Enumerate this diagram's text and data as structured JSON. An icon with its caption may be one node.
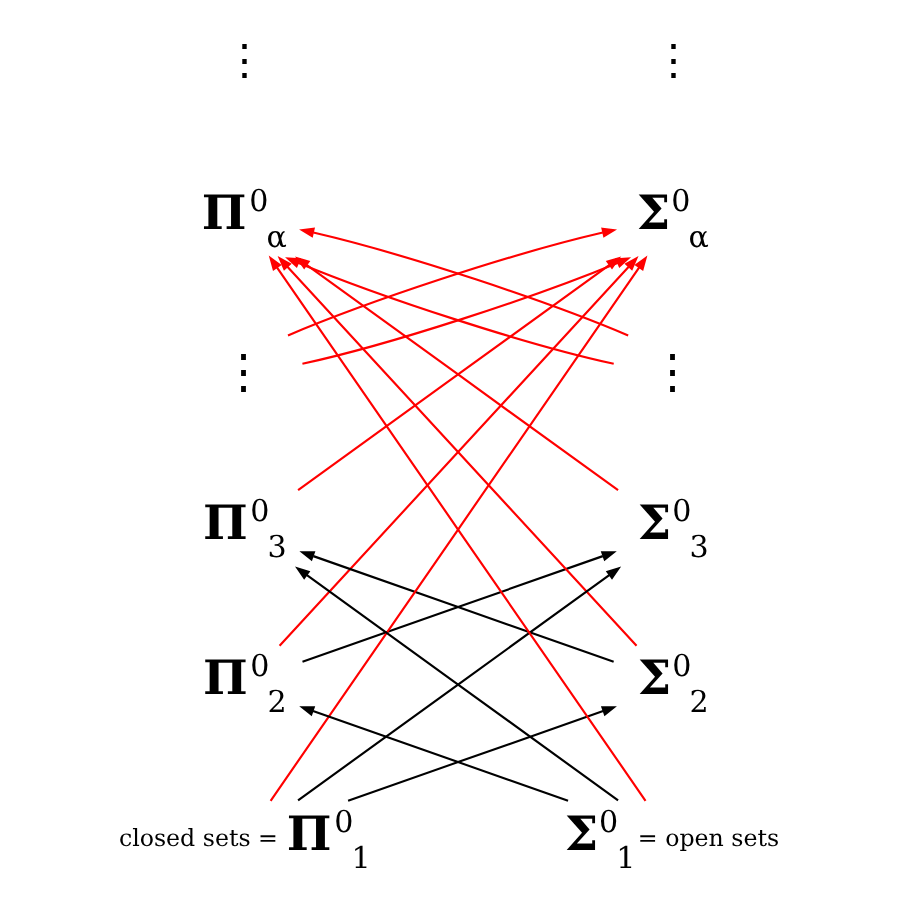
{
  "diagram": {
    "nodes": [
      {
        "text": [
          "**Π**$^{0}$$_{α}$"
        ]
      },
      {
        "text": [
          "**Σ**$^{0}$$_{α}$"
        ]
      },
      {
        "text": [
          "⋮"
        ]
      },
      {
        "text": [
          "⋮"
        ]
      },
      {
        "text": [
          "**Π**$^{0}$$_{3}$"
        ]
      },
      {
        "text": [
          "**Σ**$^{0}$$_{3}$"
        ]
      },
      {
        "text": [
          "**Π**$^{0}$$_{2}$"
        ]
      },
      {
        "text": [
          "**Σ**$^{0}$$_{2}$"
        ]
      },
      {
        "text": [
          "**Π**$^{0}$$_{1}$"
        ],
        "beside": [
          "closed sets ="
        ]
      },
      {
        "text": [
          "**Σ**$^{0}$$_{1}$"
        ],
        "beside": [
          "= open sets"
        ]
      }
    ],
    "edges": [
      {
        "from": 8,
        "to": 7,
        "arrow": "to",
        "color": "#000000"
      },
      {
        "from": 8,
        "to": 5,
        "arrow": "to",
        "color": "#000000"
      },
      {
        "from": 9,
        "to": 6,
        "arrow": "to",
        "color": "#000000"
      },
      {
        "from": 9,
        "to": 4,
        "arrow": "to",
        "color": "#000000"
      },
      {
        "from": 6,
        "to": 5,
        "arrow": "to",
        "color": "#000000"
      },
      {
        "from": 7,
        "to": 4,
        "arrow": "to",
        "color": "#000000"
      },
      {
        "from": 8,
        "to": 1,
        "arrow": "to"
      },
      {
        "from": 9,
        "to": 0,
        "arrow": "to"
      },
      {
        "from": 6,
        "to": 1,
        "arrow": "to"
      },
      {
        "from": 7,
        "to": 0,
        "arrow": "to"
      },
      {
        "from": 4,
        "to": 1,
        "arrow": "to"
      },
      {
        "from": 5,
        "to": 0,
        "arrow": "to"
      },
      {
        "from": 2,
        "to": 1,
        "arrow": "to"
      },
      {
        "from": 2,
        "to": 1,
        "arrow": "to"
      },
      {
        "from": 3,
        "to": 0,
        "arrow": "to"
      },
      {
        "from": 3,
        "to": 0,
        "arrow": "to"
      }
    ],
    "labels": [
      "⋮",
      "⋮"
    ]
  }
}
